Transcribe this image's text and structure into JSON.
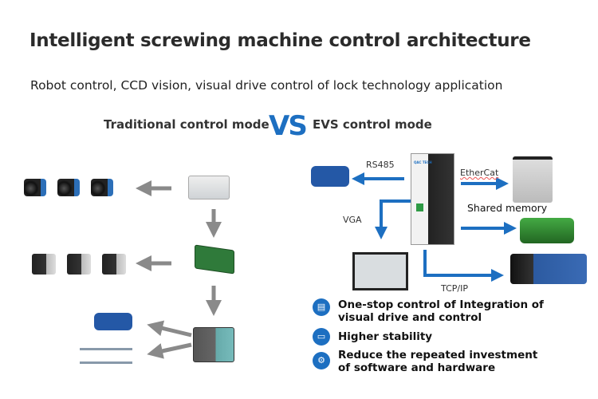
{
  "title": "Intelligent screwing machine control architecture",
  "subtitle": "Robot control, CCD vision, visual drive control of lock technology application",
  "left": {
    "heading": "Traditional control mode"
  },
  "vs": "VS",
  "right": {
    "heading": "EVS control mode",
    "labels": {
      "rs485": "RS485",
      "ethercat": "EtherCat",
      "shared_memory": "Shared memory",
      "vga": "VGA",
      "tcpip": "TCP/IP"
    },
    "device_brand": "QAC TECH",
    "bullets": [
      {
        "icon": "clipboard-icon",
        "text": "One-stop control of Integration of visual drive and control"
      },
      {
        "icon": "calendar-icon",
        "text": "Higher stability"
      },
      {
        "icon": "network-gear-icon",
        "text": "Reduce the repeated investment of software and hardware"
      }
    ]
  },
  "colors": {
    "accent": "#1d6fc1",
    "gray_arrow": "#8a8a8a"
  }
}
